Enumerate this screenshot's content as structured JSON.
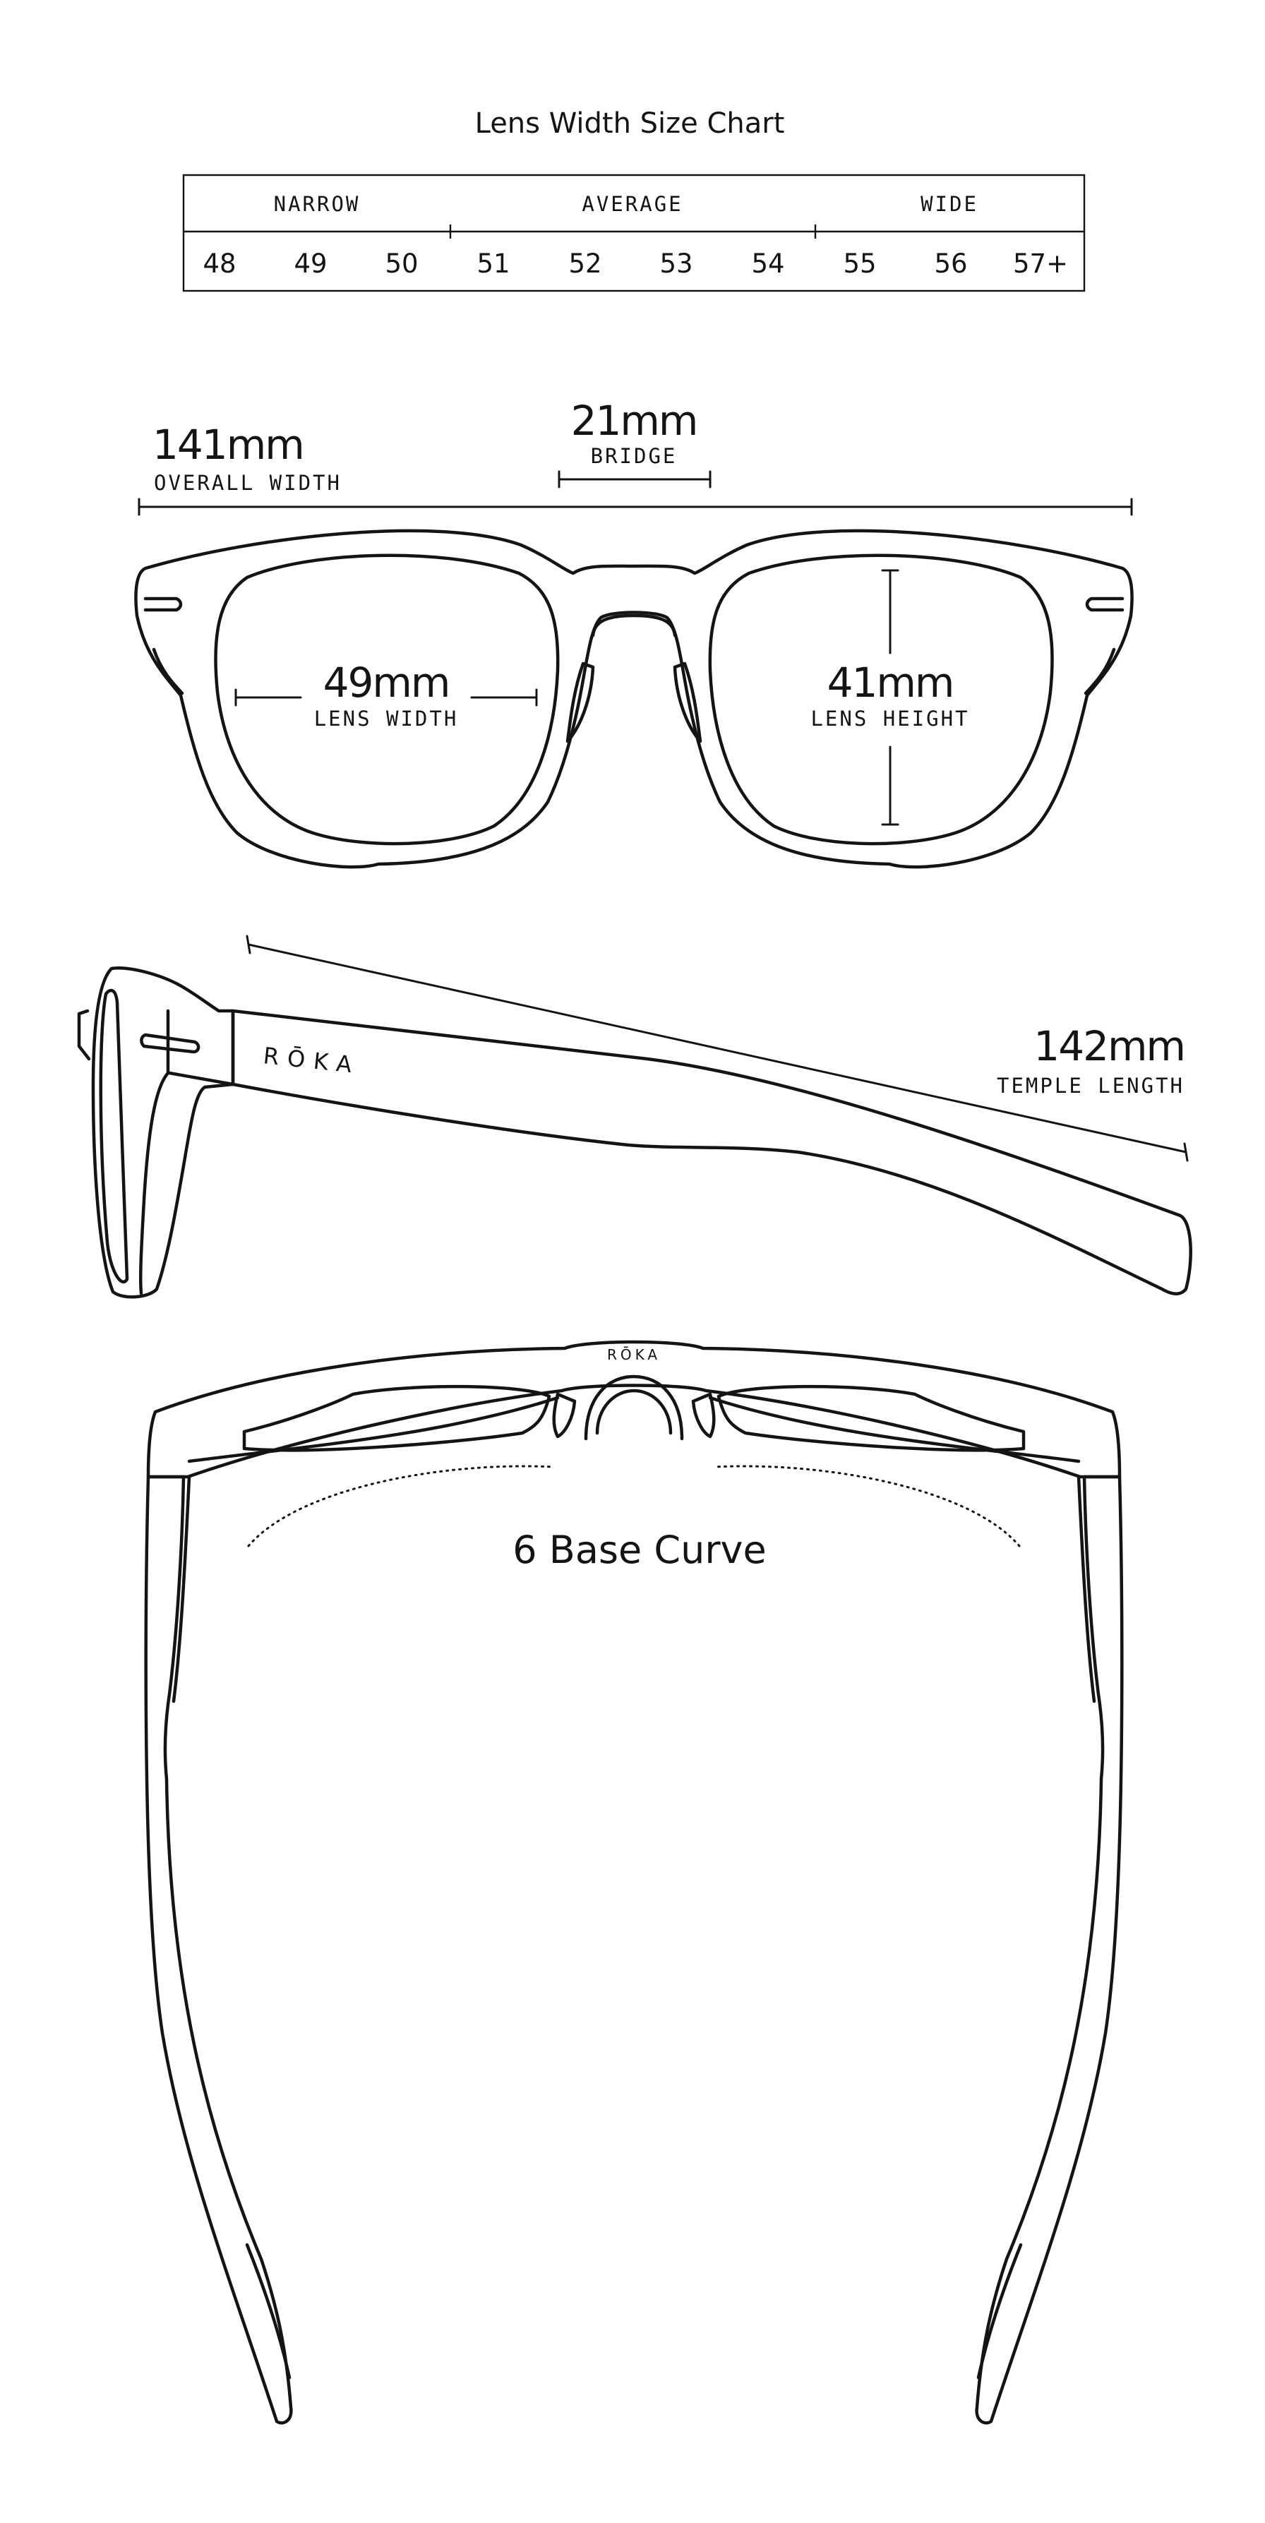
{
  "size_chart": {
    "title": "Lens Width Size Chart",
    "groups": [
      {
        "label": "NARROW",
        "sizes": [
          "48",
          "49",
          "50"
        ]
      },
      {
        "label": "AVERAGE",
        "sizes": [
          "51",
          "52",
          "53",
          "54"
        ]
      },
      {
        "label": "WIDE",
        "sizes": [
          "55",
          "56",
          "57+"
        ]
      }
    ]
  },
  "measurements": {
    "overall_width": {
      "value": "141mm",
      "label": "OVERALL WIDTH"
    },
    "bridge": {
      "value": "21mm",
      "label": "BRIDGE"
    },
    "lens_width": {
      "value": "49mm",
      "label": "LENS WIDTH"
    },
    "lens_height": {
      "value": "41mm",
      "label": "LENS HEIGHT"
    },
    "temple_length": {
      "value": "142mm",
      "label": "TEMPLE LENGTH"
    },
    "base_curve": {
      "value": "6 Base Curve"
    }
  },
  "brand": {
    "wordmark": "RŌKA"
  },
  "colors": {
    "ink": "#141414",
    "background": "#ffffff"
  }
}
